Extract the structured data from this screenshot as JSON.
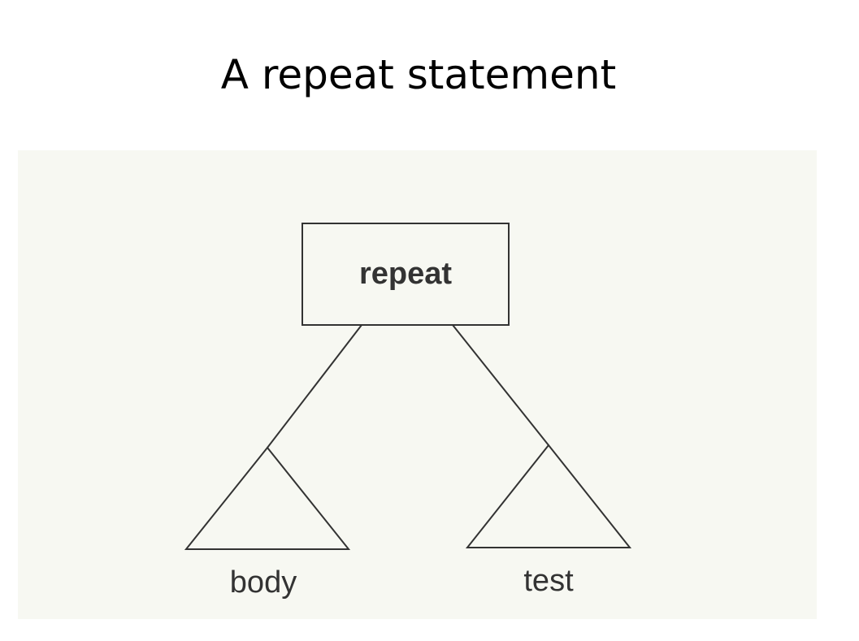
{
  "slide": {
    "title": "A repeat statement"
  },
  "diagram": {
    "root": {
      "label": "repeat"
    },
    "children": [
      {
        "label": "body"
      },
      {
        "label": "test"
      }
    ]
  },
  "colors": {
    "ink": "#333333",
    "paper": "#f7f8f2"
  }
}
